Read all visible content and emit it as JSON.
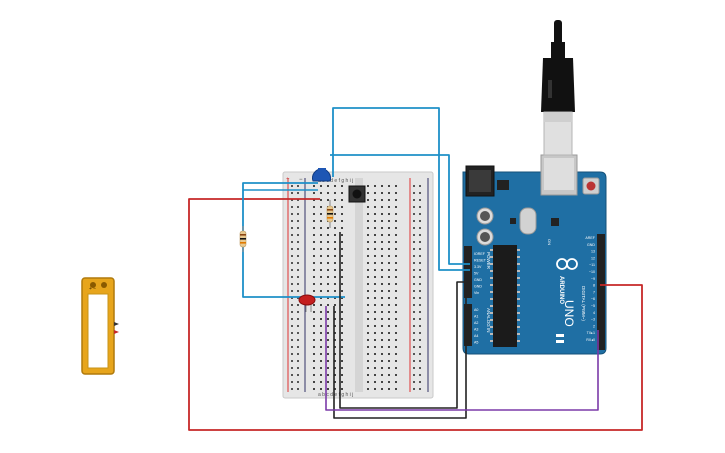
{
  "colors": {
    "background": "#ffffff",
    "arduino_board": "#1f6fa4",
    "breadboard": "#e8e8e8",
    "wire_red": "#c62828",
    "wire_blue": "#1e90c8",
    "wire_black": "#222222",
    "wire_purple": "#7b3aa8",
    "battery_body": "#e7a51c",
    "led": "#c41e1e",
    "potentiometer": "#1e56b4"
  },
  "breadboard": {
    "column_letters_top": "a b c d e   f g h i j",
    "column_letters_bottom": "a b c d e   f g h i j",
    "rail_plus": "+",
    "rail_minus": "−"
  },
  "arduino": {
    "brand": "ARDUINO",
    "model": "UNO",
    "power_header_label": "POWER",
    "analog_header_label": "ANALOG IN",
    "digital_header_label": "DIGITAL (PWM~)",
    "power_pins": [
      "IOREF",
      "RESET",
      "3.3V",
      "5V",
      "GND",
      "GND",
      "Vin"
    ],
    "analog_pins": [
      "A0",
      "A1",
      "A2",
      "A3",
      "A4",
      "A5"
    ],
    "digital_pins": [
      "AREF",
      "GND",
      "13",
      "12",
      "~11",
      "~10",
      "~9",
      "8",
      "7",
      "~6",
      "~5",
      "4",
      "~3",
      "2",
      "TX▸1",
      "RX◂0"
    ],
    "tx_label": "TX",
    "rx_label": "RX",
    "on_label": "ON"
  },
  "components": {
    "battery_terminals": "+ −",
    "led_name": "LED",
    "resistor_count": 2,
    "pushbutton_name": "pushbutton",
    "potentiometer_name": "potentiometer"
  }
}
